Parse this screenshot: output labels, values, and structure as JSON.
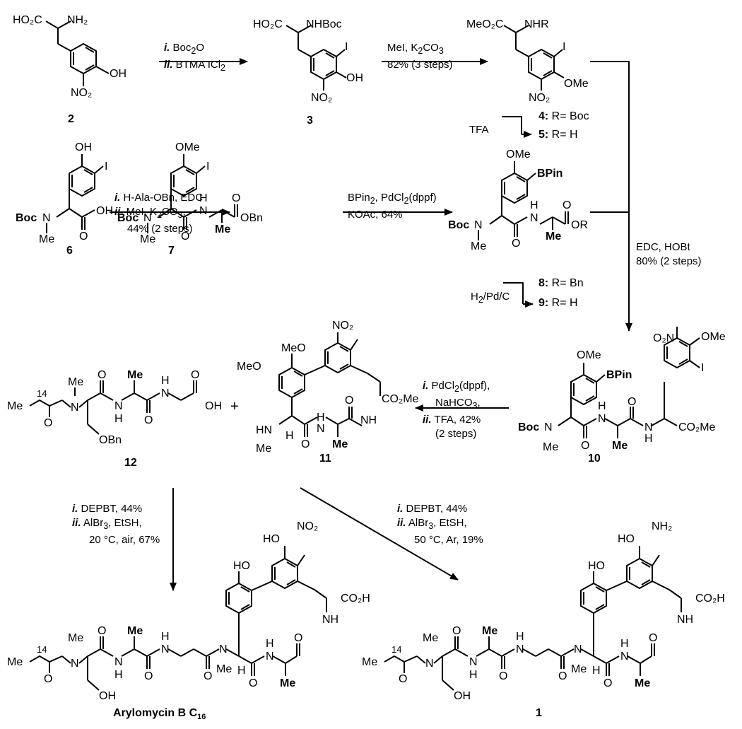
{
  "compounds": {
    "c2": "2",
    "c3": "3",
    "c6": "6",
    "c7": "7",
    "c10": "10",
    "c11": "11",
    "c12": "12",
    "c1": "1",
    "arylomycin": "Arylomycin B C",
    "arylomycin_sub": "16"
  },
  "r_labels": {
    "r4_num": "4:",
    "r4_txt": " R= Boc",
    "r5_num": "5:",
    "r5_txt": " R= H",
    "r8_num": "8:",
    "r8_txt": " R= Bn",
    "r9_num": "9:",
    "r9_txt": " R= H"
  },
  "conditions": {
    "step_2_3": {
      "s1": "i.",
      "t1": " Boc",
      "t1sub": "2",
      "t1b": "O",
      "s2": "ii.",
      "t2": " BTMA ICl",
      "t2sub": "2"
    },
    "step_3_4": {
      "l1a": "MeI, K",
      "l1sub": "2",
      "l1b": "CO",
      "l1sub2": "3",
      "l2": "82% (3 steps)"
    },
    "tfa": "TFA",
    "step_6_7": {
      "s1": "i.",
      "t1": " H-Ala-OBn, EDC",
      "s2": "ii.",
      "t2a": " MeI, K",
      "t2sub": "2",
      "t2b": "CO",
      "t2sub2": "3",
      "t2c": ",",
      "l3": "44% (2 steps)"
    },
    "step_7_8": {
      "l1a": "BPin",
      "l1sub": "2",
      "l1b": ", PdCl",
      "l1sub2": "2",
      "l1c": "(dppf)",
      "l2": "KOAc, 64%"
    },
    "h2": "H",
    "h2sub": "2",
    "h2b": "/Pd/C",
    "edc": {
      "l1": "EDC, HOBt",
      "l2": "80% (2 steps)"
    },
    "step_10_11": {
      "s1": "i.",
      "t1a": " PdCl",
      "t1sub": "2",
      "t1b": "(dppf),",
      "l2a": "NaHCO",
      "l2sub": "3",
      "l2b": ",",
      "s3": "ii.",
      "t3": " TFA, 42%",
      "l4": "(2 steps)"
    },
    "step_left": {
      "s1": "i.",
      "t1": " DEPBT, 44%",
      "s2": "ii.",
      "t2a": " AlBr",
      "t2sub": "3",
      "t2b": ", EtSH,",
      "l3": "20 °C, air, 67%"
    },
    "step_right": {
      "s1": "i.",
      "t1": " DEPBT, 44%",
      "s2": "ii.",
      "t2a": " AlBr",
      "t2sub": "3",
      "t2b": ", EtSH,",
      "l3": "50 °C, Ar, 19%"
    }
  },
  "atoms": {
    "ho2c": "HO₂C",
    "nh2": "NH₂",
    "oh": "OH",
    "no2": "NO₂",
    "nhboc": "NHBoc",
    "i": "I",
    "meo2c": "MeO₂C",
    "nhr": "NHR",
    "ome": "OMe",
    "boc": "Boc",
    "n": "N",
    "me": "Me",
    "obn": "OBn",
    "h": "H",
    "o": "O",
    "bpin": "BPin",
    "or": "OR",
    "o2n": "O₂N",
    "co2me": "CO₂Me",
    "nh": "NH",
    "hn": "HN",
    "meo": "MeO",
    "ho": "HO",
    "co2h": "CO₂H",
    "mefrag": "Me",
    "n14": "14",
    "plus": "+"
  }
}
